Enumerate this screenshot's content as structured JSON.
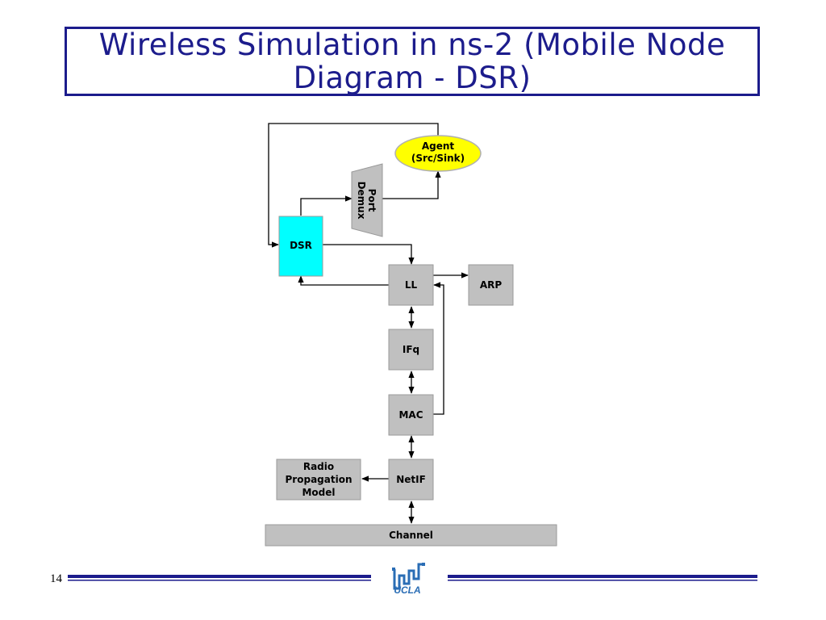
{
  "title": "Wireless Simulation in ns-2 (Mobile Node Diagram - DSR)",
  "nodes": {
    "agent": {
      "label_line1": "Agent",
      "label_line2": "(Src/Sink)"
    },
    "port_demux": {
      "label_line1": "Port",
      "label_line2": "Demux"
    },
    "dsr": {
      "label": "DSR"
    },
    "ll": {
      "label": "LL"
    },
    "arp": {
      "label": "ARP"
    },
    "ifq": {
      "label": "IFq"
    },
    "mac": {
      "label": "MAC"
    },
    "netif": {
      "label": "NetIF"
    },
    "radio": {
      "label_line1": "Radio",
      "label_line2": "Propagation",
      "label_line3": "Model"
    },
    "channel": {
      "label": "Channel"
    }
  },
  "footer": {
    "slide_number": "14",
    "logo_text": "UCLA"
  },
  "colors": {
    "title": "#1c1c8c",
    "node_fill": "#c0c0c0",
    "dsr_fill": "#00ffff",
    "agent_fill": "#ffff00",
    "footer_rule": "#1c1c8c"
  }
}
